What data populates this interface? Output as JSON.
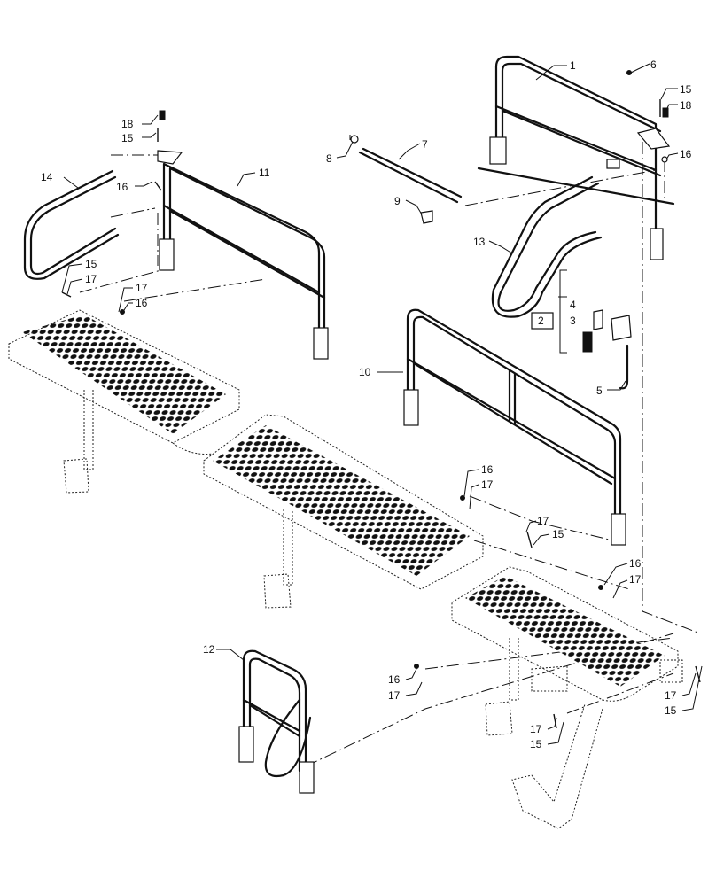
{
  "callouts": {
    "c1": "1",
    "c2": "2",
    "c3": "3",
    "c4": "4",
    "c5": "5",
    "c6": "6",
    "c7": "7",
    "c8": "8",
    "c9": "9",
    "c10": "10",
    "c11": "11",
    "c12": "12",
    "c13": "13",
    "c14": "14",
    "c15a": "15",
    "c15b": "15",
    "c15c": "15",
    "c15d": "15",
    "c15e": "15",
    "c15f": "15",
    "c16a": "16",
    "c16b": "16",
    "c16c": "16",
    "c16d": "16",
    "c16e": "16",
    "c16f": "16",
    "c17a": "17",
    "c17b": "17",
    "c17c": "17",
    "c17d": "17",
    "c17e": "17",
    "c17f": "17",
    "c17g": "17",
    "c17h": "17",
    "c18a": "18",
    "c18b": "18"
  },
  "colors": {
    "line": "#111111",
    "background": "#ffffff"
  }
}
